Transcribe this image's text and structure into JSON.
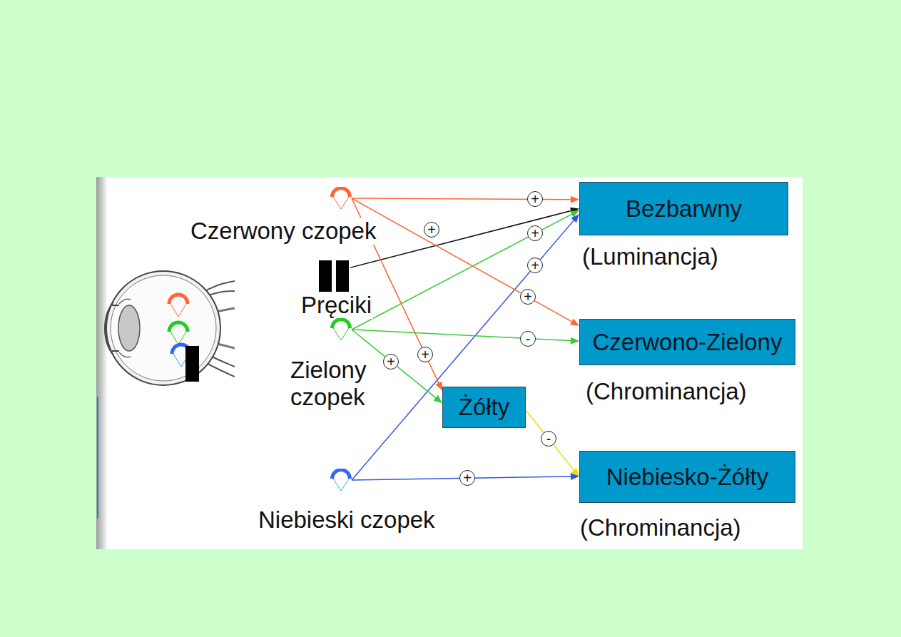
{
  "diagram": {
    "nodes": [
      {
        "text": [
          "Czerwony czopek"
        ]
      },
      {
        "text": [
          "Pręciki"
        ]
      },
      {
        "text": [
          "Zielony czopek"
        ]
      },
      {
        "text": [
          "Niebieski czopek"
        ]
      },
      {
        "text": [
          "Bezbarwny",
          "(Luminancja)"
        ]
      },
      {
        "text": [
          "Czerwono-Zielony",
          "(Chrominancja)"
        ]
      },
      {
        "text": [
          "Żółty"
        ]
      },
      {
        "text": [
          "Niebiesko-Żółty",
          "(Chrominancja)"
        ]
      }
    ],
    "edges": [
      {
        "from": 0,
        "to": 4,
        "label": "+",
        "arrow": "to"
      },
      {
        "from": 1,
        "to": 4,
        "arrow": "to"
      },
      {
        "from": 2,
        "to": 4,
        "label": "+",
        "arrow": "to"
      },
      {
        "from": 3,
        "to": 4,
        "label": "+",
        "arrow": "to"
      },
      {
        "from": 0,
        "to": 5,
        "label": "+",
        "arrow": "to"
      },
      {
        "from": 2,
        "to": 5,
        "label": "-",
        "arrow": "to"
      },
      {
        "from": 2,
        "to": 6,
        "label": "+",
        "arrow": "to"
      },
      {
        "from": 0,
        "to": 6,
        "label": "+",
        "arrow": "to"
      },
      {
        "from": 6,
        "to": 7,
        "label": "-",
        "arrow": "to"
      },
      {
        "from": 3,
        "to": 7,
        "label": "+",
        "arrow": "to"
      }
    ],
    "labels": [
      "+"
    ]
  }
}
